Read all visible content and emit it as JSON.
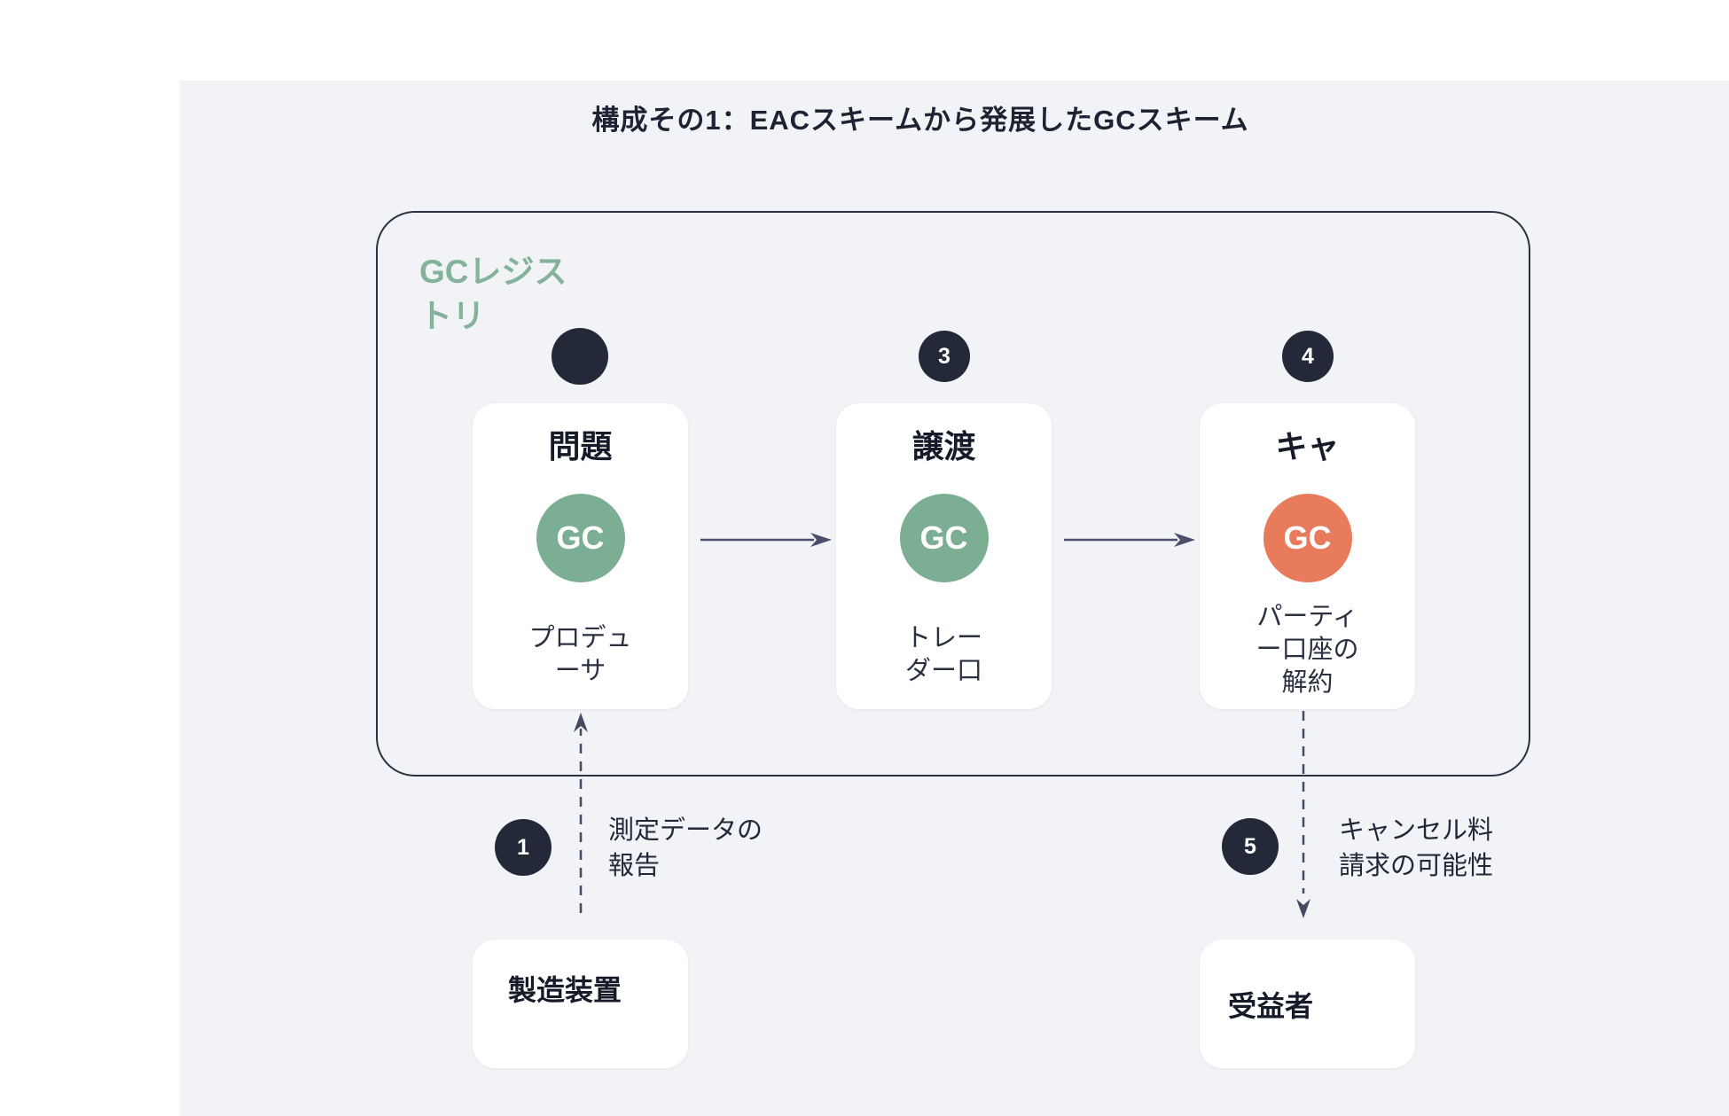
{
  "title": "構成その1：EACスキームから発展したGCスキーム",
  "registry": {
    "label": "GCレジス\nトリ",
    "steps": [
      {
        "number": "",
        "title": "問題",
        "badge": "GC",
        "badge_color": "#7cae93",
        "caption": "プロデュ\nーサ"
      },
      {
        "number": "3",
        "title": "譲渡",
        "badge": "GC",
        "badge_color": "#7cae93",
        "caption": "トレー\nダー口"
      },
      {
        "number": "4",
        "title": "キャ",
        "badge": "GC",
        "badge_color": "#e87b5c",
        "caption": "パーティ\nー口座の\n解約"
      }
    ]
  },
  "annotations": {
    "left": {
      "number": "1",
      "note": "測定データの\n報告"
    },
    "right": {
      "number": "5",
      "note": "キャンセル料\n請求の可能性"
    }
  },
  "bottom_cards": {
    "left_label": "製造装置",
    "right_label": "受益者"
  },
  "colors": {
    "page_background": "#ffffff",
    "panel_background": "#f2f3f6",
    "dark_navy": "#232938",
    "green": "#7cae93",
    "orange": "#e87b5c",
    "arrow": "#4b4f6b",
    "registry_label_green": "#85b29b",
    "container_border": "#2b3142"
  }
}
